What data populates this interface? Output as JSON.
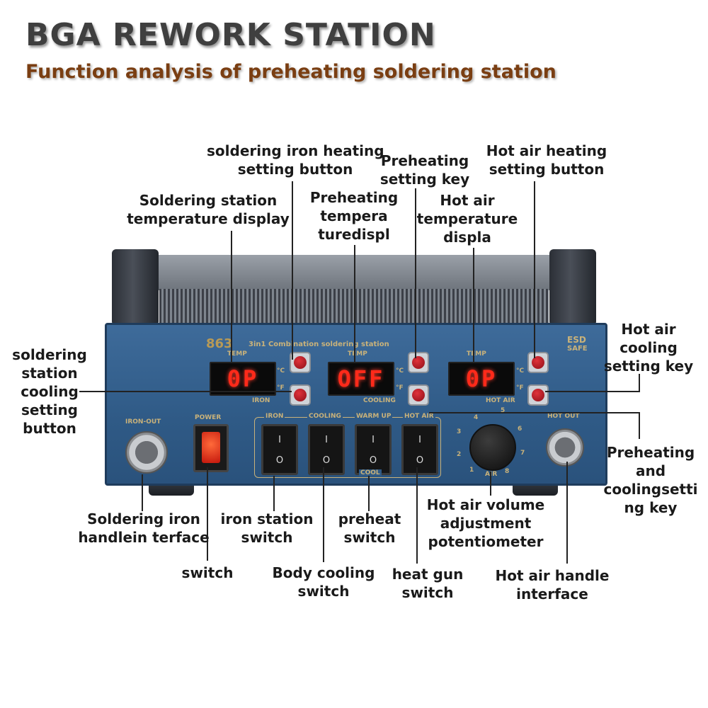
{
  "header": {
    "title": "BGA REWORK STATION",
    "subtitle": "Function analysis of preheating soldering station"
  },
  "labels": {
    "iron_heat_btn": [
      "soldering iron heating",
      "setting button"
    ],
    "preheat_key": [
      "Preheating",
      "setting key"
    ],
    "hotair_heat_btn": [
      "Hot air heating",
      "setting button"
    ],
    "station_temp_display": [
      "Soldering station",
      "temperature display"
    ],
    "preheat_temp_display": [
      "Preheating",
      "tempera",
      "turedispl"
    ],
    "hotair_temp_display": [
      "Hot air",
      "temperature",
      "displa"
    ],
    "hotair_cooling_key": [
      "Hot air",
      "cooling",
      "setting key"
    ],
    "station_cooling_btn": [
      "soldering",
      "station",
      "cooling",
      "setting",
      "button"
    ],
    "preheat_cooling_key": [
      "Preheating",
      "and",
      "coolingsetti",
      "ng key"
    ],
    "iron_handle_interface": [
      "Soldering iron",
      "handlein terface"
    ],
    "iron_station_switch": [
      "iron station",
      "switch"
    ],
    "preheat_switch": [
      "preheat",
      "switch"
    ],
    "air_volume_pot": [
      "Hot air volume",
      "adjustment",
      "potentiometer"
    ],
    "power_switch": [
      "switch"
    ],
    "body_cooling_switch": [
      "Body cooling",
      "switch"
    ],
    "heat_gun_switch": [
      "heat gun",
      "switch"
    ],
    "hotair_handle_interface": [
      "Hot air handle",
      "interface"
    ]
  },
  "panel": {
    "model": "863",
    "model_desc": "3in1 Combination soldering station",
    "esd": "ESD",
    "safe": "SAFE",
    "display_left": "0P",
    "display_mid": "OFF",
    "display_right": "0P",
    "temp": "TEMP",
    "unit_c": "°C",
    "unit_f": "°F",
    "iron": "IRON",
    "cooling": "COOLING",
    "hot_air": "HOT AIR",
    "iron_out": "IRON-OUT",
    "power": "POWER",
    "hot_out": "HOT OUT",
    "sw_iron": "IRON",
    "sw_cooling": "COOLING",
    "sw_warmup": "WARM UP",
    "sw_hotair": "HOT AIR",
    "cool": "COOL",
    "air": "AIR",
    "rocker_on": "I",
    "rocker_off": "O",
    "dial_marks": [
      "1",
      "2",
      "3",
      "4",
      "5",
      "6",
      "7",
      "8"
    ]
  }
}
